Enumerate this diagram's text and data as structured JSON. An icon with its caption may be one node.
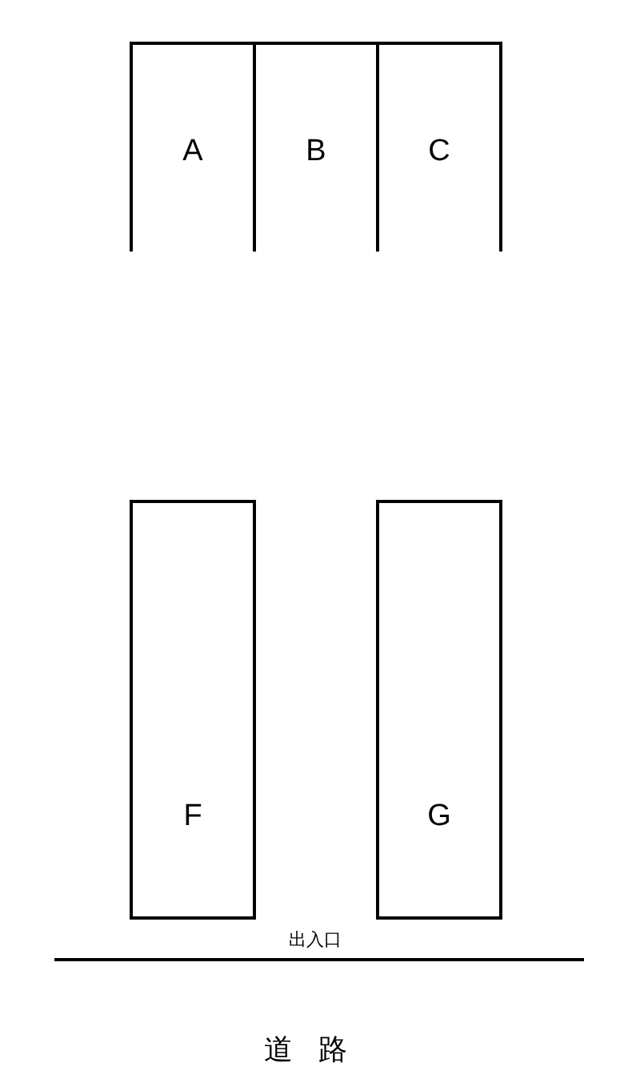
{
  "diagram": {
    "nodes": [
      {
        "text": [
          "A"
        ]
      },
      {
        "text": [
          "B"
        ]
      },
      {
        "text": [
          "C"
        ]
      },
      {
        "text": [
          "F"
        ]
      },
      {
        "text": [
          "G"
        ]
      }
    ],
    "labels": [
      "出入口",
      "道路"
    ]
  }
}
